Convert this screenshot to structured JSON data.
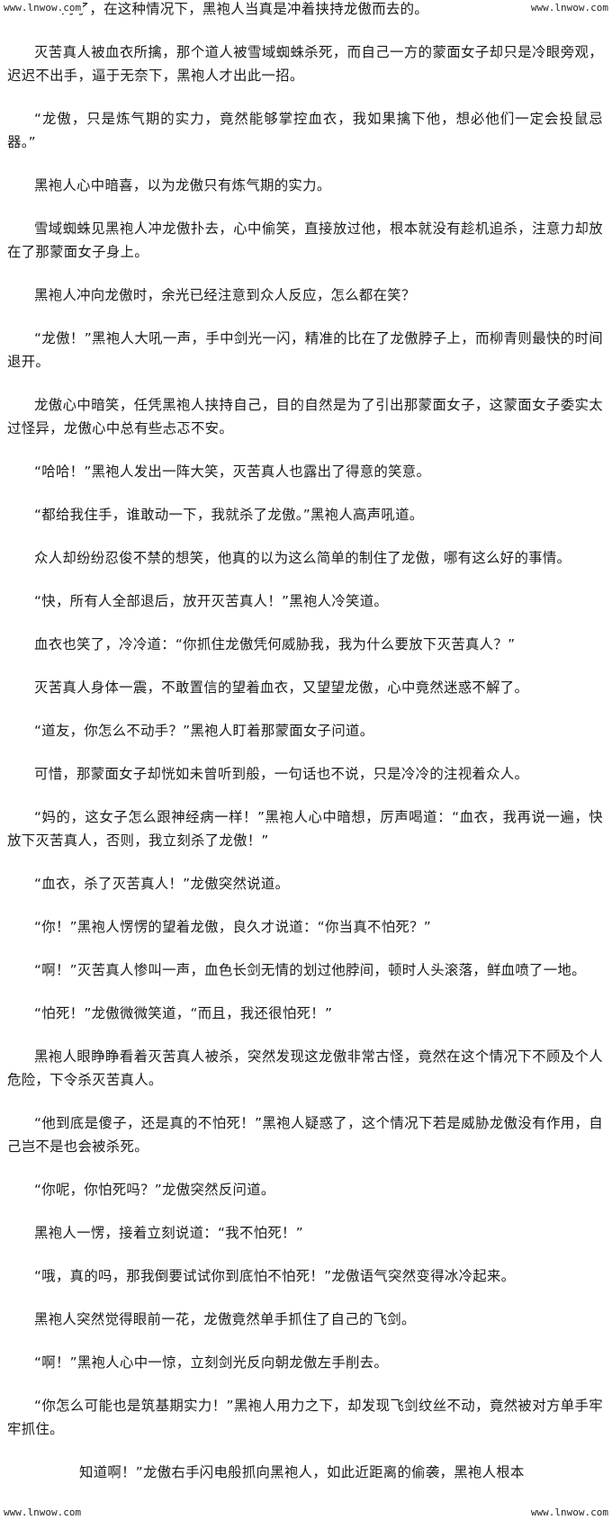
{
  "watermark": {
    "top_left": "www.lnwow.com",
    "top_right": "www.lnwow.com",
    "bottom_left": "www.lnwow.com",
    "bottom_right": "www.lnwow.com"
  },
  "paragraphs": [
    "对了，在这种情况下，黑袍人当真是冲着挟持龙傲而去的。",
    "灭苦真人被血衣所擒，那个道人被雪域蜘蛛杀死，而自己一方的蒙面女子却只是冷眼旁观，迟迟不出手，逼于无奈下，黑袍人才出此一招。",
    "“龙傲，只是炼气期的实力，竟然能够掌控血衣，我如果擒下他，想必他们一定会投鼠忌器。”",
    "黑袍人心中暗喜，以为龙傲只有炼气期的实力。",
    "雪域蜘蛛见黑袍人冲龙傲扑去，心中偷笑，直接放过他，根本就没有趁机追杀，注意力却放在了那蒙面女子身上。",
    "黑袍人冲向龙傲时，余光已经注意到众人反应，怎么都在笑？",
    "“龙傲！”黑袍人大吼一声，手中剑光一闪，精准的比在了龙傲脖子上，而柳青则最快的时间退开。",
    "龙傲心中暗笑，任凭黑袍人挟持自己，目的自然是为了引出那蒙面女子，这蒙面女子委实太过怪异，龙傲心中总有些忐忑不安。",
    "“哈哈！”黑袍人发出一阵大笑，灭苦真人也露出了得意的笑意。",
    "“都给我住手，谁敢动一下，我就杀了龙傲。”黑袍人高声吼道。",
    "众人却纷纷忍俊不禁的想笑，他真的以为这么简单的制住了龙傲，哪有这么好的事情。",
    "“快，所有人全部退后，放开灭苦真人！”黑袍人冷笑道。",
    "血衣也笑了，冷冷道：“你抓住龙傲凭何威胁我，我为什么要放下灭苦真人？”",
    "灭苦真人身体一震，不敢置信的望着血衣，又望望龙傲，心中竟然迷惑不解了。",
    "“道友，你怎么不动手？”黑袍人盯着那蒙面女子问道。",
    "可惜，那蒙面女子却恍如未曾听到般，一句话也不说，只是冷冷的注视着众人。",
    "“妈的，这女子怎么跟神经病一样！”黑袍人心中暗想，厉声喝道：“血衣，我再说一遍，快放下灭苦真人，否则，我立刻杀了龙傲！”",
    "“血衣，杀了灭苦真人！”龙傲突然说道。",
    "“你！”黑袍人愣愣的望着龙傲，良久才说道：“你当真不怕死？”",
    "“啊！”灭苦真人惨叫一声，血色长剑无情的划过他脖间，顿时人头滚落，鲜血喷了一地。",
    "“怕死！”龙傲微微笑道，“而且，我还很怕死！”",
    "黑袍人眼睁睁看着灭苦真人被杀，突然发现这龙傲非常古怪，竟然在这个情况下不顾及个人危险，下令杀灭苦真人。",
    "“他到底是傻子，还是真的不怕死！”黑袍人疑惑了，这个情况下若是威胁龙傲没有作用，自己岂不是也会被杀死。",
    "“你呢，你怕死吗？”龙傲突然反问道。",
    "黑袍人一愣，接着立刻说道：“我不怕死！”",
    "“哦，真的吗，那我倒要试试你到底怕不怕死！”龙傲语气突然变得冰冷起来。",
    "黑袍人突然觉得眼前一花，龙傲竟然单手抓住了自己的飞剑。",
    "“啊！”黑袍人心中一惊，立刻剑光反向朝龙傲左手削去。",
    "“你怎么可能也是筑基期实力！”黑袍人用力之下，却发现飞剑纹丝不动，竟然被对方单手牢牢抓住。",
    "知道啊！”龙傲右手闪电般抓向黑袍人，如此近距离的偷袭，黑袍人根本"
  ]
}
